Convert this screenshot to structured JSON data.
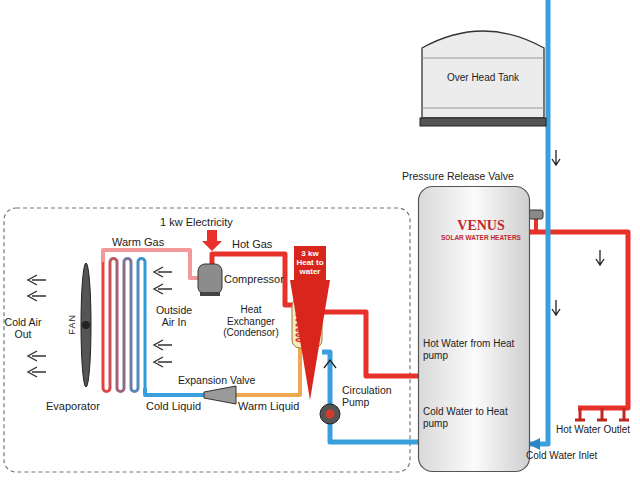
{
  "diagram": {
    "nodes": [
      {
        "text": [
          "Over Head Tank"
        ]
      },
      {
        "text": [
          "3 kw Heat to water"
        ]
      },
      {
        "text": [
          "VENUS",
          "SOLAR WATER HEATERS"
        ]
      }
    ],
    "edges": [
      {
        "from": 0,
        "to": 2,
        "arrow": "to"
      }
    ],
    "labels": [
      "1 kw Electricity",
      "Warm Gas",
      "Hot Gas",
      "Compressor",
      "Heat Exchanger (Condensor)",
      "Cold Air Out",
      "FAN",
      "Outside Air In",
      "Evaporator",
      "Expansion Valve",
      "Cold Liquid",
      "Warm Liquid",
      "Circulation Pump",
      "Hot Water from Heat pump",
      "Cold Water to Heat pump",
      "Pressure Release Valve",
      "Hot Water Outlet",
      "Cold Water Inlet"
    ]
  }
}
